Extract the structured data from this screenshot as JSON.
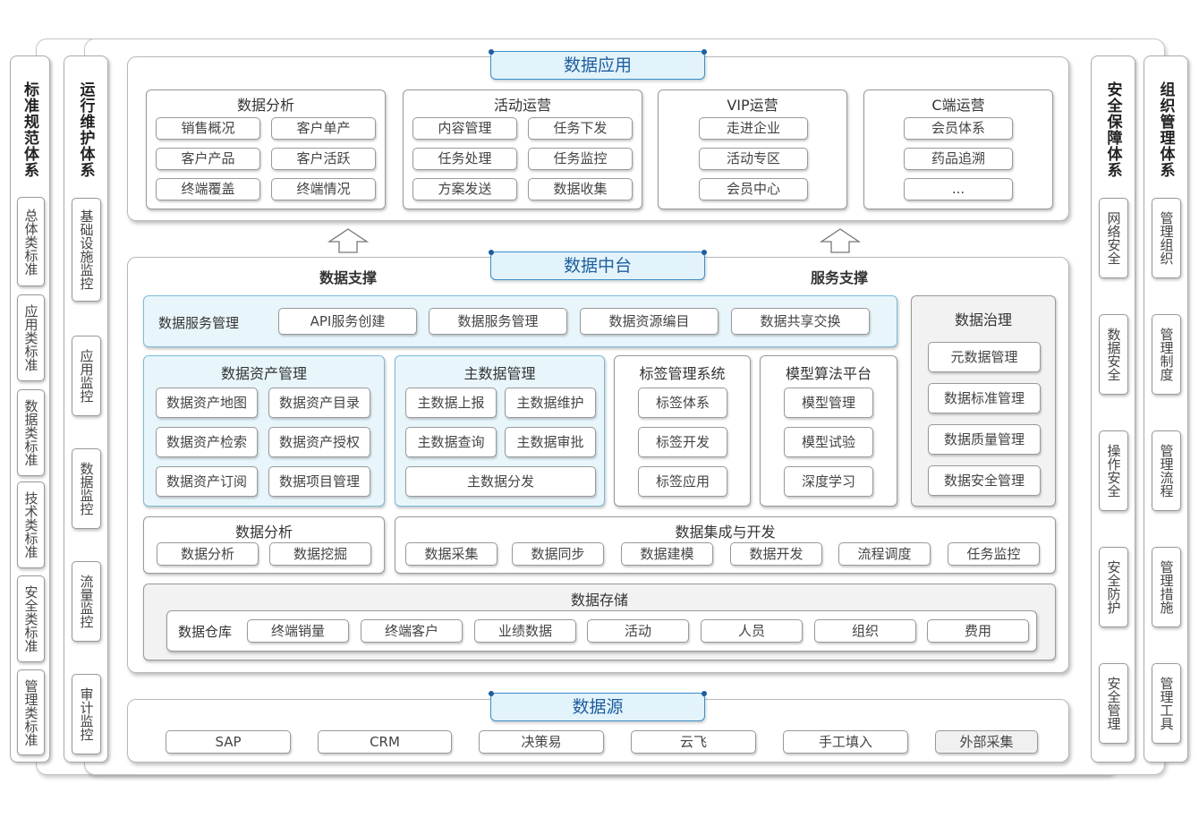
{
  "left_standards": {
    "title": "标准规范体系",
    "items": [
      "总体类标准",
      "应用类标准",
      "数据类标准",
      "技术类标准",
      "安全类标准",
      "管理类标准"
    ]
  },
  "left_ops": {
    "title": "运行维护体系",
    "items": [
      "基础设施监控",
      "应用监控",
      "数据监控",
      "流量监控",
      "审计监控"
    ]
  },
  "right_security": {
    "title": "安全保障体系",
    "items": [
      "网络安全",
      "数据安全",
      "操作安全",
      "安全防护",
      "安全管理"
    ]
  },
  "right_org": {
    "title": "组织管理体系",
    "items": [
      "管理组织",
      "管理制度",
      "管理流程",
      "管理措施",
      "管理工具"
    ]
  },
  "app": {
    "title": "数据应用",
    "groups": [
      {
        "title": "数据分析",
        "items": [
          "销售概况",
          "客户单产",
          "客户产品",
          "客户活跃",
          "终端覆盖",
          "终端情况"
        ]
      },
      {
        "title": "活动运营",
        "items": [
          "内容管理",
          "任务下发",
          "任务处理",
          "任务监控",
          "方案发送",
          "数据收集"
        ]
      },
      {
        "title": "VIP运营",
        "items": [
          "走进企业",
          "活动专区",
          "会员中心"
        ]
      },
      {
        "title": "C端运营",
        "items": [
          "会员体系",
          "药品追溯",
          "..."
        ]
      }
    ]
  },
  "mid": {
    "title": "数据中台",
    "data_support": "数据支撑",
    "service_support": "服务支撑",
    "service_mgmt": {
      "label": "数据服务管理",
      "items": [
        "API服务创建",
        "数据服务管理",
        "数据资源编目",
        "数据共享交换"
      ]
    },
    "asset": {
      "title": "数据资产管理",
      "items": [
        "数据资产地图",
        "数据资产目录",
        "数据资产检索",
        "数据资产授权",
        "数据资产订阅",
        "数据项目管理"
      ]
    },
    "master": {
      "title": "主数据管理",
      "items": [
        "主数据上报",
        "主数据维护",
        "主数据查询",
        "主数据审批",
        "主数据分发"
      ]
    },
    "tag": {
      "title": "标签管理系统",
      "items": [
        "标签体系",
        "标签开发",
        "标签应用"
      ]
    },
    "model": {
      "title": "模型算法平台",
      "items": [
        "模型管理",
        "模型试验",
        "深度学习"
      ]
    },
    "governance": {
      "title": "数据治理",
      "items": [
        "元数据管理",
        "数据标准管理",
        "数据质量管理",
        "数据安全管理"
      ]
    },
    "analysis": {
      "title": "数据分析",
      "items": [
        "数据分析",
        "数据挖掘"
      ]
    },
    "integration": {
      "title": "数据集成与开发",
      "items": [
        "数据采集",
        "数据同步",
        "数据建模",
        "数据开发",
        "流程调度",
        "任务监控"
      ]
    },
    "storage": {
      "title": "数据存储",
      "warehouse": "数据仓库",
      "items": [
        "终端销量",
        "终端客户",
        "业绩数据",
        "活动",
        "人员",
        "组织",
        "费用"
      ]
    }
  },
  "source": {
    "title": "数据源",
    "items": [
      "SAP",
      "CRM",
      "决策易",
      "云飞",
      "手工填入",
      "外部采集"
    ]
  },
  "colors": {
    "tab_fill": "#e3f3fb",
    "tab_border": "#3a8ec9",
    "tab_text": "#1d5e9e",
    "group_blue": "#e8f6fc",
    "group_gray": "#f2f2f2"
  }
}
